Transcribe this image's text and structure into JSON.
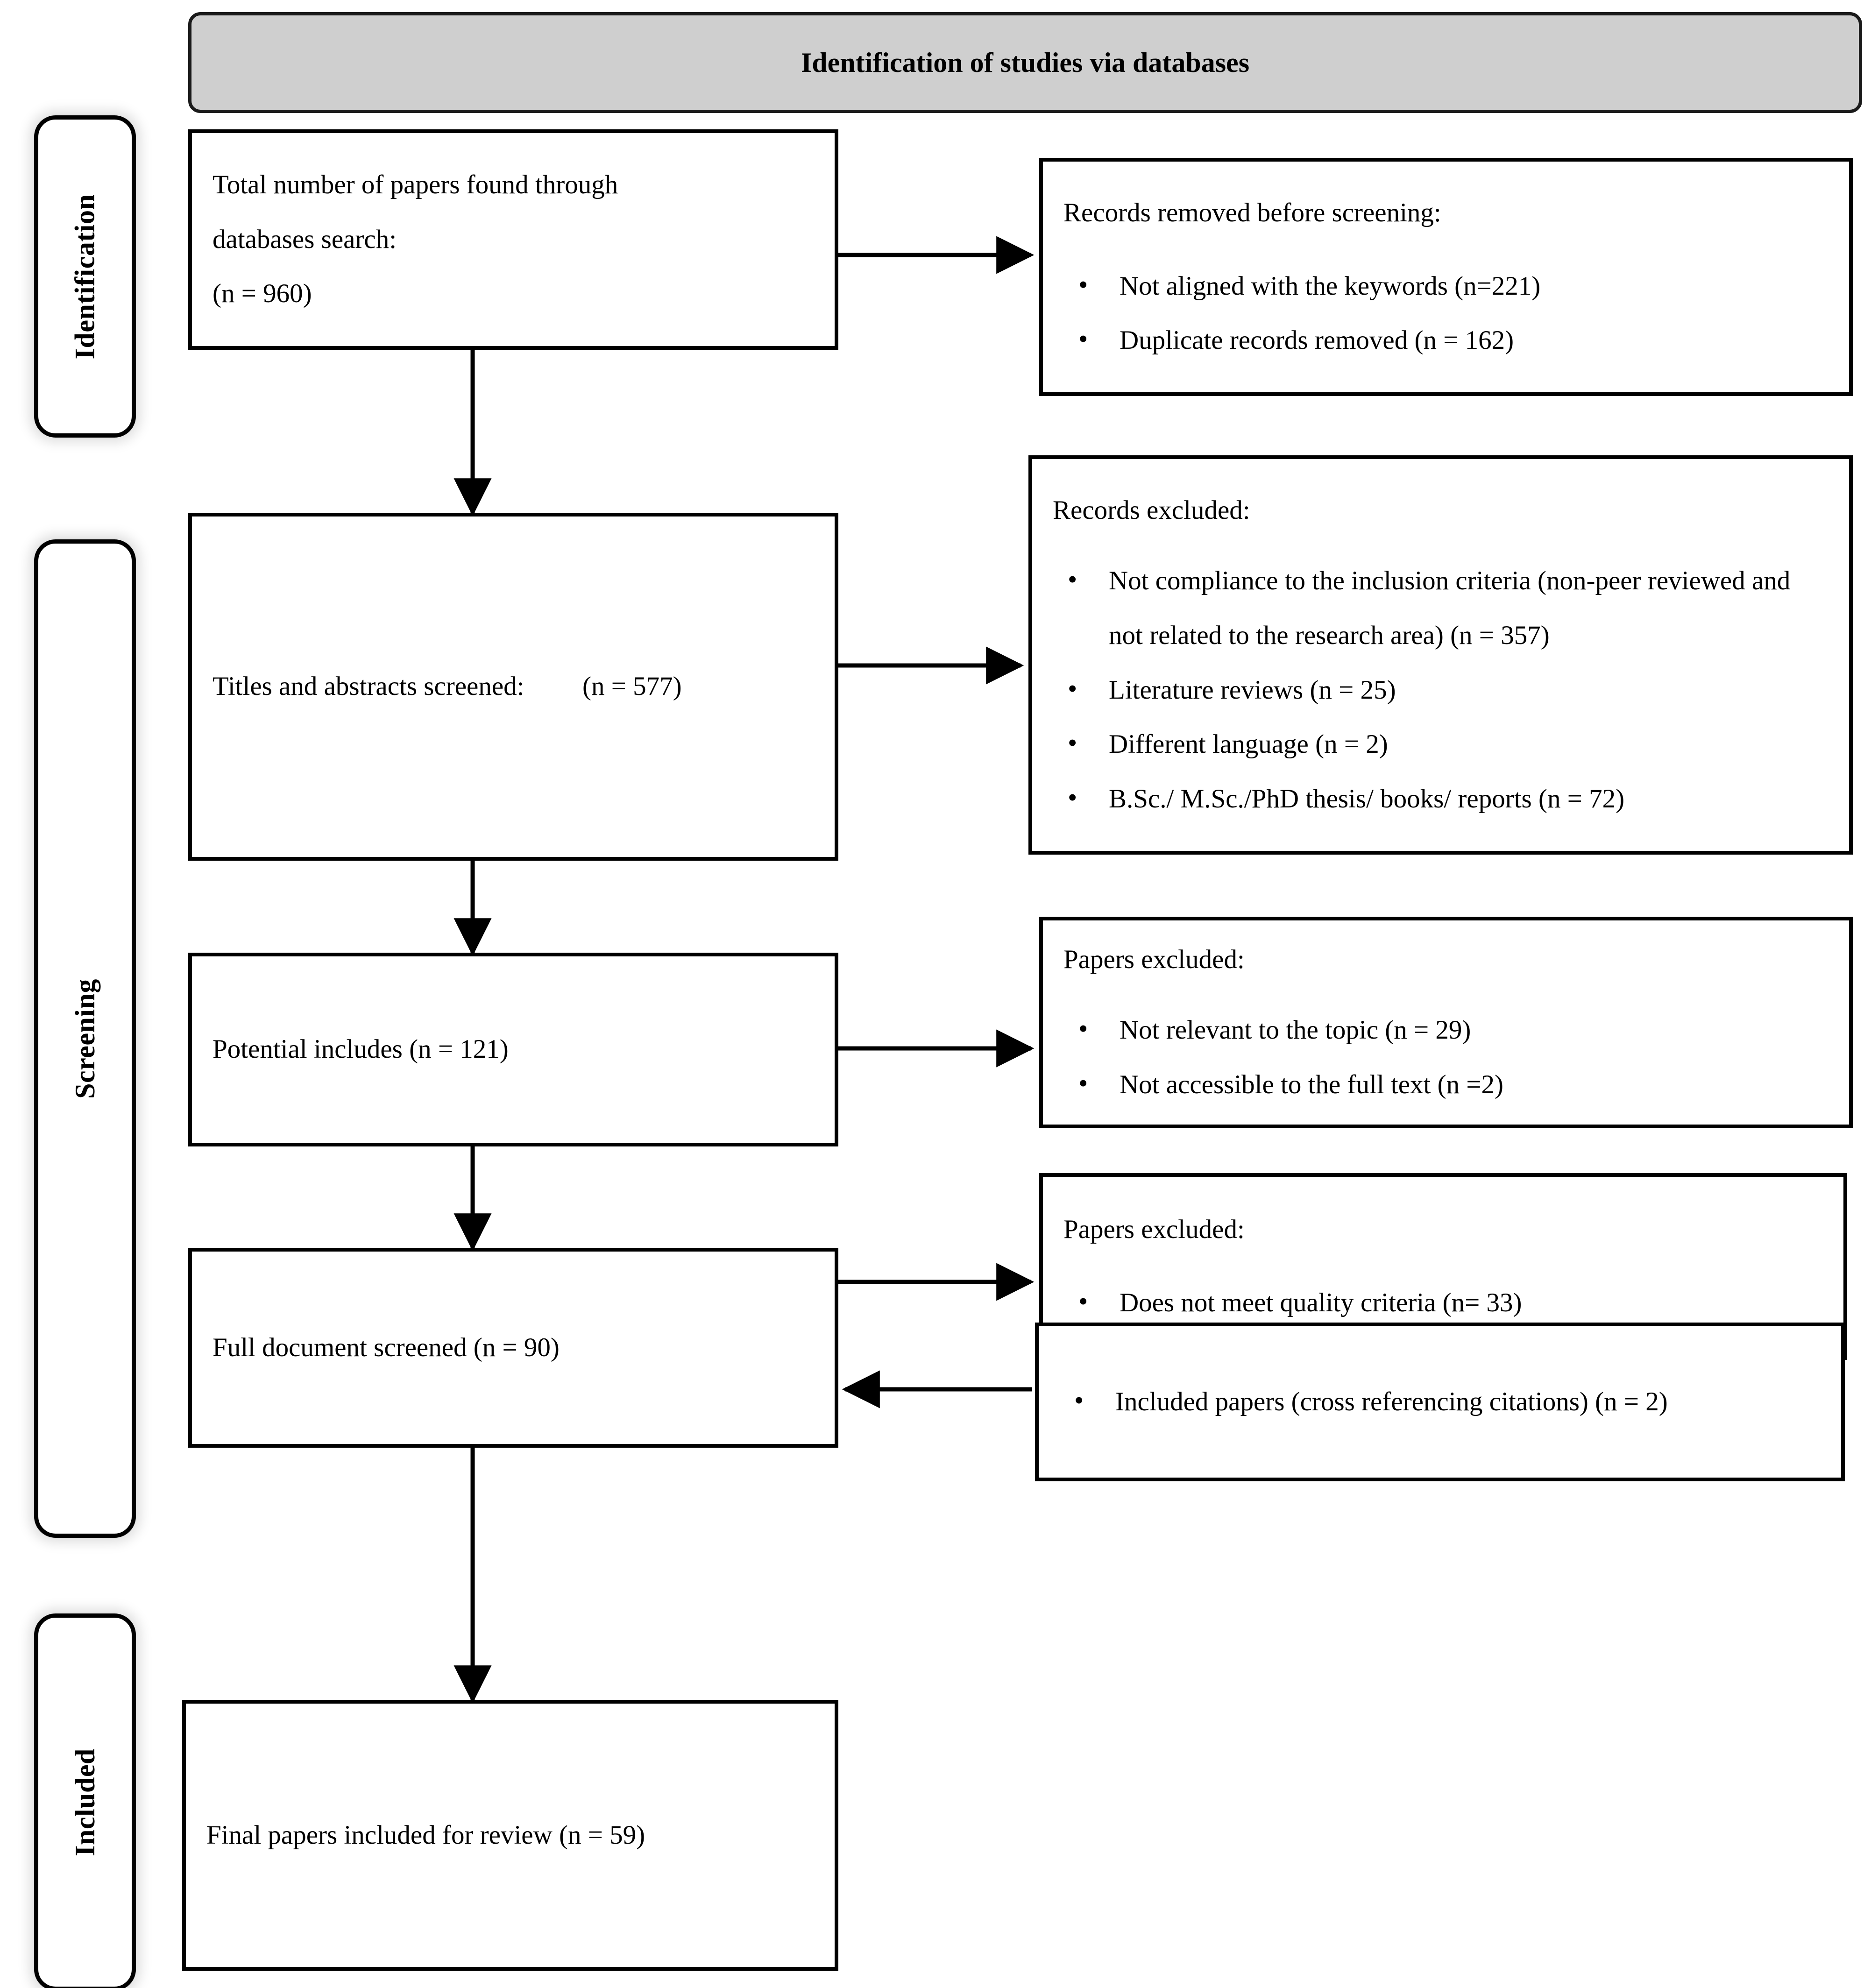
{
  "banner": {
    "title": "Identification of studies via databases"
  },
  "phases": [
    {
      "name": "identification",
      "label": "Identification"
    },
    {
      "name": "screening",
      "label": "Screening"
    },
    {
      "name": "included",
      "label": "Included"
    }
  ],
  "flow": {
    "identified": {
      "line1": "Total number of papers found through",
      "line2": "databases search:",
      "line3": "(n = 960)"
    },
    "removed_before_screening": {
      "lead": "Records removed before screening:",
      "items": [
        "Not aligned with the keywords (n=221)",
        "Duplicate records removed (n = 162)"
      ]
    },
    "titles_abstracts": {
      "label": "Titles and abstracts screened:",
      "count": "(n = 577)"
    },
    "records_excluded": {
      "lead": "Records excluded:",
      "items": [
        "Not compliance to the inclusion criteria (non-peer reviewed and not related to the research area) (n = 357)",
        "Literature reviews (n = 25)",
        "Different language (n = 2)",
        "B.Sc./ M.Sc./PhD thesis/ books/ reports (n = 72)"
      ]
    },
    "potential_includes": {
      "label": "Potential includes (n = 121)"
    },
    "papers_excluded_1": {
      "lead": "Papers excluded:",
      "items": [
        "Not relevant to the topic (n = 29)",
        "Not accessible to the full text (n =2)"
      ]
    },
    "full_document": {
      "label": "Full document screened (n = 90)"
    },
    "papers_excluded_2": {
      "lead": "Papers excluded:",
      "items": [
        "Does not meet quality criteria (n= 33)"
      ]
    },
    "cross_referenced": {
      "items": [
        "Included papers (cross referencing citations) (n = 2)"
      ]
    },
    "final": {
      "label": "Final papers included for review (n = 59)"
    }
  },
  "chart_data": {
    "type": "diagram",
    "title": "Identification of studies via databases",
    "nodes": [
      {
        "id": "identified",
        "stage": "Identification",
        "n": 960
      },
      {
        "id": "removed_keywords",
        "stage": "Identification",
        "n": 221
      },
      {
        "id": "removed_duplicates",
        "stage": "Identification",
        "n": 162
      },
      {
        "id": "titles_abstracts",
        "stage": "Screening",
        "n": 577
      },
      {
        "id": "excl_inclusion",
        "stage": "Screening",
        "n": 357
      },
      {
        "id": "excl_reviews",
        "stage": "Screening",
        "n": 25
      },
      {
        "id": "excl_language",
        "stage": "Screening",
        "n": 2
      },
      {
        "id": "excl_thesis",
        "stage": "Screening",
        "n": 72
      },
      {
        "id": "potential_includes",
        "stage": "Screening",
        "n": 121
      },
      {
        "id": "excl_not_relevant",
        "stage": "Screening",
        "n": 29
      },
      {
        "id": "excl_no_fulltext",
        "stage": "Screening",
        "n": 2
      },
      {
        "id": "full_document",
        "stage": "Screening",
        "n": 90
      },
      {
        "id": "excl_quality",
        "stage": "Screening",
        "n": 33
      },
      {
        "id": "cross_referenced",
        "stage": "Screening",
        "n": 2
      },
      {
        "id": "final_included",
        "stage": "Included",
        "n": 59
      }
    ],
    "colors": {
      "banner_fill": "#cfcfcf",
      "box_fill": "#ffffff",
      "stroke": "#000000"
    }
  }
}
